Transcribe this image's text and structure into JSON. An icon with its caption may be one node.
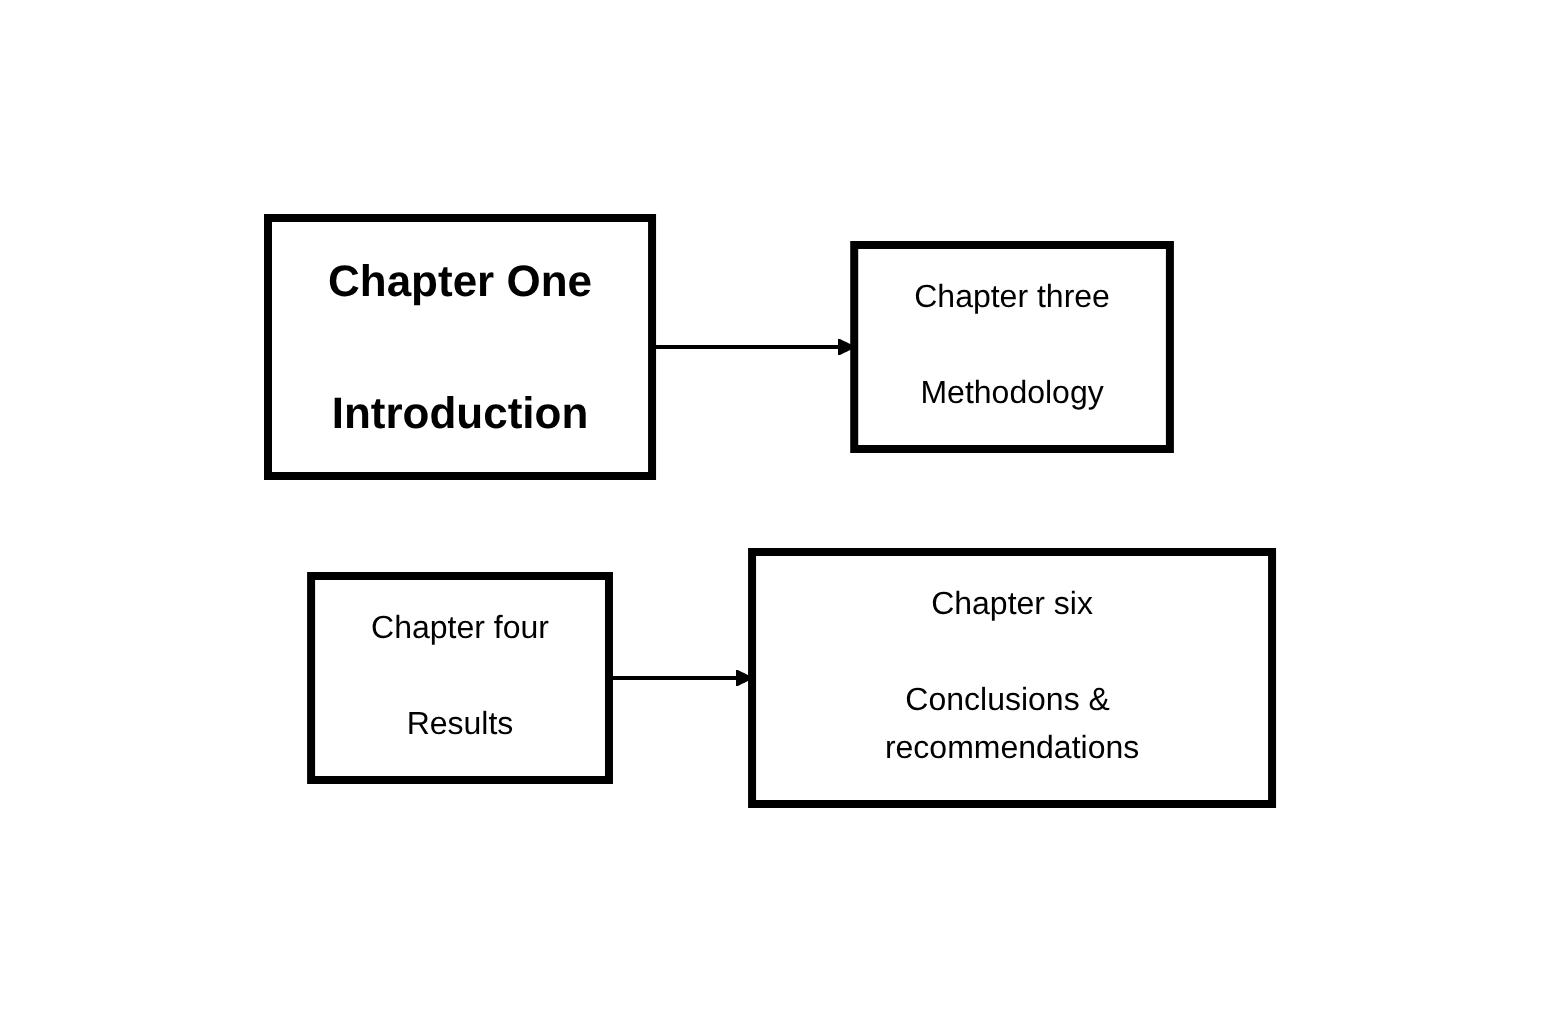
{
  "diagram": {
    "nodes": [
      {
        "text": [
          "Chapter One",
          "Introduction"
        ]
      },
      {
        "text": [
          "Chapter three",
          "Methodology"
        ]
      },
      {
        "text": [
          "Chapter six",
          "Conclusions & recommendations"
        ]
      },
      {
        "text": [
          "Chapter four",
          "Results"
        ]
      }
    ],
    "edges": [
      {
        "from": 0,
        "to": 1,
        "arrow": "to"
      },
      {
        "from": 3,
        "to": 2,
        "arrow": "to"
      }
    ]
  }
}
